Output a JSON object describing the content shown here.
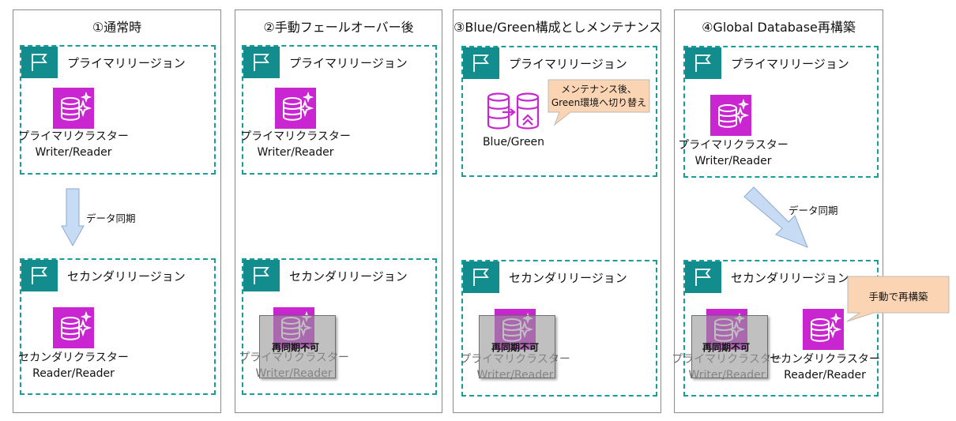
{
  "panels": [
    {
      "title": "①通常時",
      "primary_region": "プライマリリージョン",
      "primary_cluster": {
        "name": "プライマリクラスター",
        "role": "Writer/Reader"
      },
      "sync_label": "データ同期",
      "secondary_region": "セカンダリリージョン",
      "secondary_cluster": {
        "name": "セカンダリクラスター",
        "role": "Reader/Reader"
      }
    },
    {
      "title": "②手動フェールオーバー後",
      "primary_region": "プライマリリージョン",
      "primary_cluster": {
        "name": "プライマリクラスター",
        "role": "Writer/Reader"
      },
      "secondary_region": "セカンダリリージョン",
      "secondary_cluster": {
        "name": "プライマリクラスター",
        "role": "Writer/Reader",
        "overlay": "再同期不可"
      }
    },
    {
      "title": "③Blue/Green構成としメンテナンス",
      "primary_region": "プライマリリージョン",
      "bluegreen_label": "Blue/Green",
      "callout": [
        "メンテナンス後、",
        "Green環境へ切り替え"
      ],
      "secondary_region": "セカンダリリージョン",
      "secondary_cluster": {
        "name": "プライマリクラスター",
        "role": "Writer/Reader",
        "overlay": "再同期不可"
      }
    },
    {
      "title": "④Global Database再構築",
      "primary_region": "プライマリリージョン",
      "primary_cluster": {
        "name": "プライマリクラスター",
        "role": "Writer/Reader"
      },
      "sync_label": "データ同期",
      "secondary_region": "セカンダリリージョン",
      "secondary_old_cluster": {
        "name": "プライマリクラスター",
        "role": "Writer/Reader",
        "overlay": "再同期不可"
      },
      "secondary_new_cluster": {
        "name": "セカンダリクラスター",
        "role": "Reader/Reader"
      },
      "callout": "手動で再構築"
    }
  ],
  "colors": {
    "region_border": "#1a9c9c",
    "flag": "#128c8c",
    "aurora_icon": "#c925d1",
    "arrow_fill": "#c7dcf4",
    "callout_fill": "#fbd5b3"
  }
}
